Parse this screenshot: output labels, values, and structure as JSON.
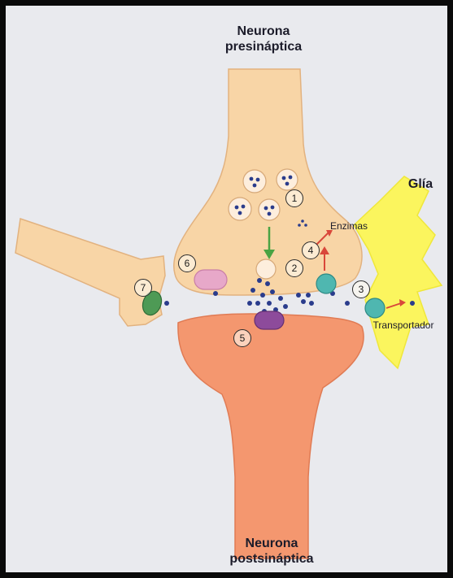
{
  "labels": {
    "presynaptic_line1": "Neurona",
    "presynaptic_line2": "presináptica",
    "postsynaptic_line1": "Neurona",
    "postsynaptic_line2": "postsináptica",
    "glia": "Glía",
    "enzymes": "Enzimas",
    "transporter": "Transportador"
  },
  "step_numbers": [
    "1",
    "2",
    "3",
    "4",
    "5",
    "6",
    "7"
  ],
  "colors": {
    "neuron_pre": "#f8d5a6",
    "neuron_post": "#f4976f",
    "glia": "#fbf55e",
    "neurotransmitter": "#2a3c8c",
    "transporter": "#4fb7b0",
    "receptor_post": "#8d4b9b",
    "autoreceptor": "#e7a8c9",
    "receptor_other": "#4e9a55",
    "arrow_release": "#4aa343",
    "arrow_enzyme": "#d9473a"
  }
}
